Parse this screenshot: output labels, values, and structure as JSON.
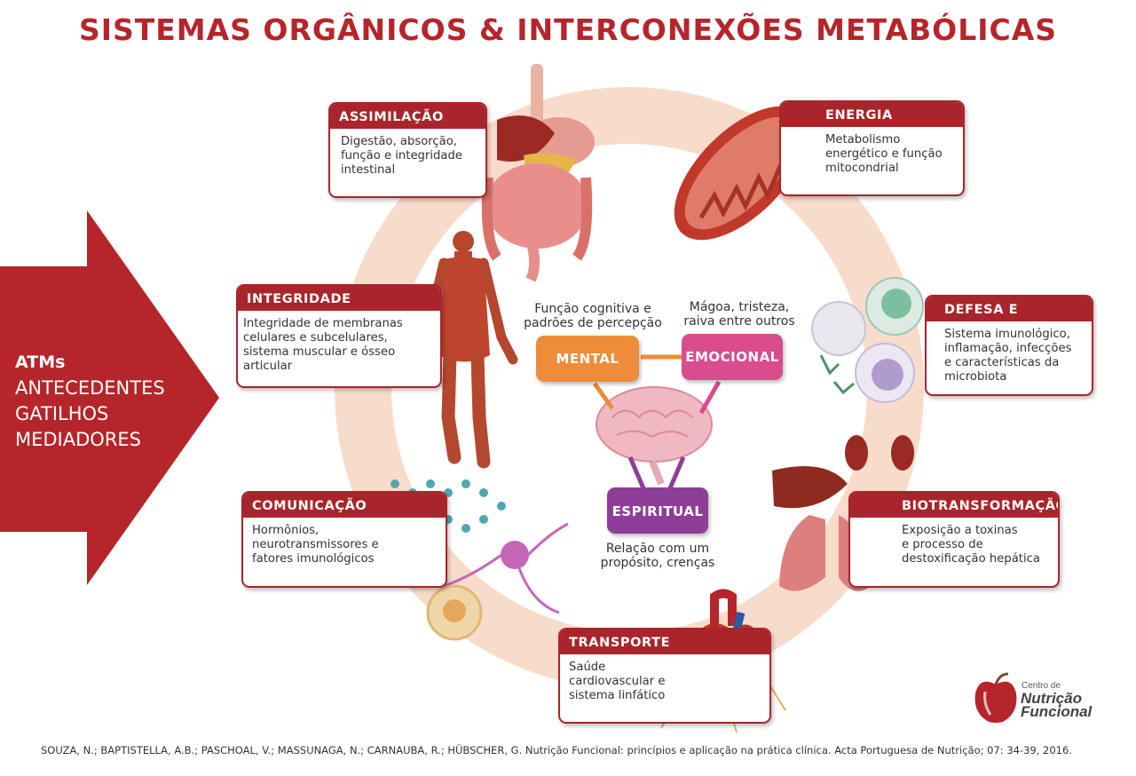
{
  "title": "SISTEMAS ORGÂNICOS & INTERCONEXÕES METABÓLICAS",
  "colors": {
    "brand_red": "#a9252b",
    "ring": "#f8dccb",
    "mental": "#ee8c3a",
    "emocional": "#d94c8e",
    "espiritual": "#8e3e97"
  },
  "atms": {
    "heading": "ATMs",
    "lines": [
      "ANTECEDENTES",
      "GATILHOS",
      "MEDIADORES"
    ]
  },
  "cards": {
    "assimilacao": {
      "title": "ASSIMILAÇÃO",
      "text": "Digestão, absorção,\nfunção e integridade\nintestinal"
    },
    "energia": {
      "title": "ENERGIA",
      "text": "Metabolismo\nenergético e função\nmitocondrial"
    },
    "integridade": {
      "title": "INTEGRIDADE ESTRUTURAL",
      "text": "Integridade de membranas\n celulares e subcelulares,\nsistema muscular e ósseo\narticular"
    },
    "defesa": {
      "title": "DEFESA E REPARO",
      "text": "Sistema imunológico,\ninflamação, infecções\ne características da\nmicrobiota"
    },
    "comunicacao": {
      "title": "COMUNICAÇÃO",
      "text": "Hormônios,\nneurotransmissores e\nfatores imunológicos"
    },
    "biotransformacao": {
      "title": "BIOTRANSFORMAÇÃO",
      "text": "Exposição a toxinas\ne processo de\ndestoxificação hepática"
    },
    "transporte": {
      "title": "TRANSPORTE",
      "text": "Saúde\ncardiovascular e\nsistema linfático"
    }
  },
  "center": {
    "mental": {
      "label": "MENTAL",
      "caption": "Função cognitiva e\npadrões de percepção"
    },
    "emocional": {
      "label": "EMOCIONAL",
      "caption": "Mágoa, tristeza,\nraiva entre outros"
    },
    "espiritual": {
      "label": "ESPIRITUAL",
      "caption": "Relação com um\npropósito, crenças"
    }
  },
  "reference": "SOUZA, N.; BAPTISTELLA, A.B.; PASCHOAL, V.; MASSUNAGA, N.; CARNAUBA, R.; HÜBSCHER, G. Nutrição Funcional: princípios e aplicação na prática clínica. Acta Portuguesa de Nutrição; 07: 34-39, 2016.",
  "logo": {
    "small": "Centro de",
    "big": "Nutrição\nFuncional"
  }
}
